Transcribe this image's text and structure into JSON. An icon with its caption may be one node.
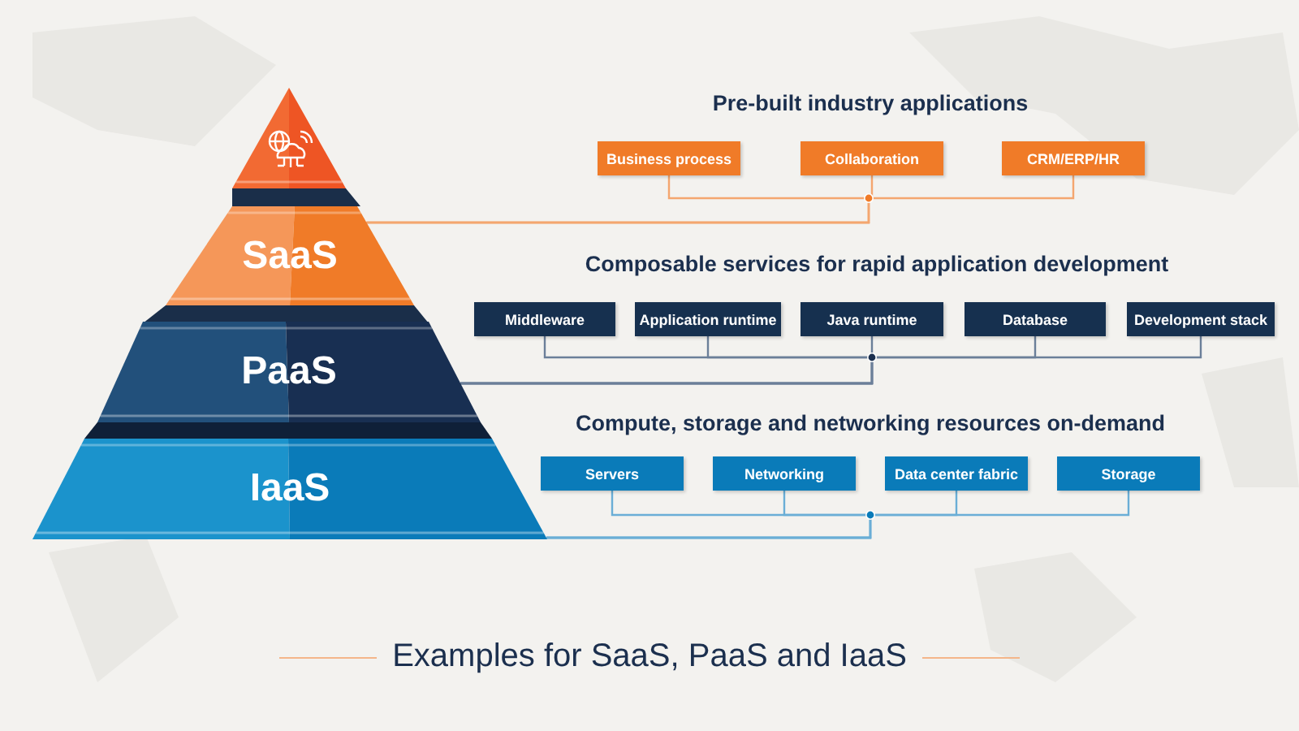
{
  "diagram": {
    "title": "Examples for SaaS, PaaS and IaaS",
    "nodes": [
      {
        "text": [],
        "shape": "triangle"
      },
      {
        "text": [
          "SaaS"
        ]
      },
      {
        "text": [
          "PaaS"
        ]
      },
      {
        "text": [
          "IaaS"
        ]
      },
      {
        "text": [
          "Business process"
        ]
      },
      {
        "text": [
          "Collaboration"
        ]
      },
      {
        "text": [
          "CRM/ERP/HR"
        ]
      },
      {
        "text": [
          "Middleware"
        ]
      },
      {
        "text": [
          "Application runtime"
        ]
      },
      {
        "text": [
          "Java runtime"
        ]
      },
      {
        "text": [
          "Database"
        ]
      },
      {
        "text": [
          "Development stack"
        ]
      },
      {
        "text": [
          "Servers"
        ]
      },
      {
        "text": [
          "Networking"
        ]
      },
      {
        "text": [
          "Data center fabric"
        ]
      },
      {
        "text": [
          "Storage"
        ]
      }
    ],
    "edges": [
      {
        "from": 4,
        "to": 1,
        "arrow": "none",
        "color": "#f4a66f"
      },
      {
        "from": 5,
        "to": 1,
        "arrow": "none",
        "color": "#f4a66f"
      },
      {
        "from": 6,
        "to": 1,
        "arrow": "none",
        "color": "#f4a66f"
      },
      {
        "from": 7,
        "to": 2,
        "arrow": "none"
      },
      {
        "from": 8,
        "to": 2,
        "arrow": "none"
      },
      {
        "from": 9,
        "to": 2,
        "arrow": "none"
      },
      {
        "from": 10,
        "to": 2,
        "arrow": "none"
      },
      {
        "from": 11,
        "to": 2,
        "arrow": "none"
      },
      {
        "from": 12,
        "to": 3,
        "arrow": "none",
        "color": "#6aaed6"
      },
      {
        "from": 13,
        "to": 3,
        "arrow": "none",
        "color": "#6aaed6"
      },
      {
        "from": 14,
        "to": 3,
        "arrow": "none",
        "color": "#6aaed6"
      },
      {
        "from": 15,
        "to": 3,
        "arrow": "none",
        "color": "#6aaed6"
      }
    ],
    "labels": [
      "Pre-built industry applications",
      "Composable services for rapid application development",
      "Compute, storage and networking resources on-demand"
    ]
  }
}
